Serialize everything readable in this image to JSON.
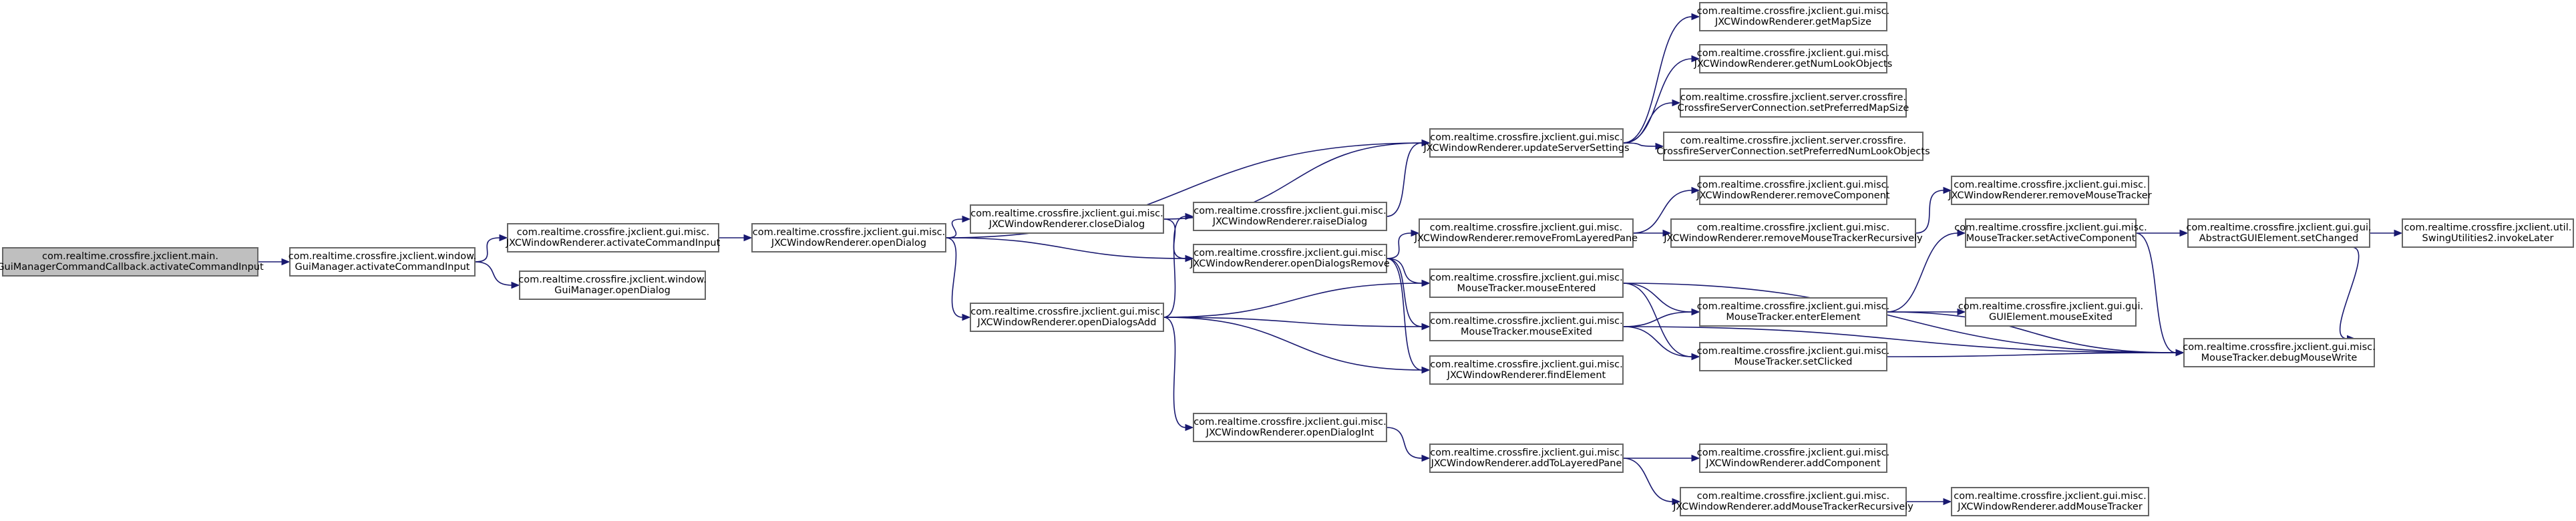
{
  "graph": {
    "colors": {
      "node_border": "#666666",
      "root_fill": "#bfbfbf",
      "edge": "#191970"
    },
    "nodes": [
      {
        "id": "n0",
        "lines": [
          "com.realtime.crossfire.jxclient.main.",
          "GuiManagerCommandCallback.activateCommandInput"
        ],
        "root": true
      },
      {
        "id": "n1",
        "lines": [
          "com.realtime.crossfire.jxclient.window.",
          "GuiManager.activateCommandInput"
        ]
      },
      {
        "id": "n2",
        "lines": [
          "com.realtime.crossfire.jxclient.gui.misc.",
          "JXCWindowRenderer.activateCommandInput"
        ]
      },
      {
        "id": "n3",
        "lines": [
          "com.realtime.crossfire.jxclient.window.",
          "GuiManager.openDialog"
        ]
      },
      {
        "id": "n4",
        "lines": [
          "com.realtime.crossfire.jxclient.gui.misc.",
          "JXCWindowRenderer.openDialog"
        ]
      },
      {
        "id": "n5",
        "lines": [
          "com.realtime.crossfire.jxclient.gui.misc.",
          "JXCWindowRenderer.closeDialog"
        ]
      },
      {
        "id": "n6",
        "lines": [
          "com.realtime.crossfire.jxclient.gui.misc.",
          "JXCWindowRenderer.openDialogsRemove"
        ]
      },
      {
        "id": "n7",
        "lines": [
          "com.realtime.crossfire.jxclient.gui.misc.",
          "JXCWindowRenderer.openDialogsAdd"
        ]
      },
      {
        "id": "n8",
        "lines": [
          "com.realtime.crossfire.jxclient.gui.misc.",
          "JXCWindowRenderer.updateServerSettings"
        ]
      },
      {
        "id": "n9",
        "lines": [
          "com.realtime.crossfire.jxclient.gui.misc.",
          "JXCWindowRenderer.raiseDialog"
        ]
      },
      {
        "id": "n10",
        "lines": [
          "com.realtime.crossfire.jxclient.gui.misc.",
          "JXCWindowRenderer.openDialogInt"
        ]
      },
      {
        "id": "n11",
        "lines": [
          "com.realtime.crossfire.jxclient.gui.misc.",
          "JXCWindowRenderer.removeFromLayeredPane"
        ]
      },
      {
        "id": "n12",
        "lines": [
          "com.realtime.crossfire.jxclient.gui.misc.",
          "MouseTracker.mouseEntered"
        ]
      },
      {
        "id": "n13",
        "lines": [
          "com.realtime.crossfire.jxclient.gui.misc.",
          "MouseTracker.mouseExited"
        ]
      },
      {
        "id": "n14",
        "lines": [
          "com.realtime.crossfire.jxclient.gui.misc.",
          "JXCWindowRenderer.findElement"
        ]
      },
      {
        "id": "n15",
        "lines": [
          "com.realtime.crossfire.jxclient.gui.misc.",
          "JXCWindowRenderer.addToLayeredPane"
        ]
      },
      {
        "id": "n16",
        "lines": [
          "com.realtime.crossfire.jxclient.gui.misc.",
          "JXCWindowRenderer.getMapSize"
        ]
      },
      {
        "id": "n17",
        "lines": [
          "com.realtime.crossfire.jxclient.gui.misc.",
          "JXCWindowRenderer.getNumLookObjects"
        ]
      },
      {
        "id": "n18",
        "lines": [
          "com.realtime.crossfire.jxclient.server.crossfire.",
          "CrossfireServerConnection.setPreferredMapSize"
        ]
      },
      {
        "id": "n19",
        "lines": [
          "com.realtime.crossfire.jxclient.server.crossfire.",
          "CrossfireServerConnection.setPreferredNumLookObjects"
        ]
      },
      {
        "id": "n20",
        "lines": [
          "com.realtime.crossfire.jxclient.gui.misc.",
          "JXCWindowRenderer.removeComponent"
        ]
      },
      {
        "id": "n21",
        "lines": [
          "com.realtime.crossfire.jxclient.gui.misc.",
          "JXCWindowRenderer.removeMouseTrackerRecursively"
        ]
      },
      {
        "id": "n22",
        "lines": [
          "com.realtime.crossfire.jxclient.gui.misc.",
          "MouseTracker.enterElement"
        ]
      },
      {
        "id": "n23",
        "lines": [
          "com.realtime.crossfire.jxclient.gui.misc.",
          "MouseTracker.setClicked"
        ]
      },
      {
        "id": "n24",
        "lines": [
          "com.realtime.crossfire.jxclient.gui.misc.",
          "JXCWindowRenderer.addComponent"
        ]
      },
      {
        "id": "n25",
        "lines": [
          "com.realtime.crossfire.jxclient.gui.misc.",
          "JXCWindowRenderer.addMouseTrackerRecursively"
        ]
      },
      {
        "id": "n26",
        "lines": [
          "com.realtime.crossfire.jxclient.gui.misc.",
          "JXCWindowRenderer.removeMouseTracker"
        ]
      },
      {
        "id": "n27",
        "lines": [
          "com.realtime.crossfire.jxclient.gui.misc.",
          "MouseTracker.setActiveComponent"
        ]
      },
      {
        "id": "n28",
        "lines": [
          "com.realtime.crossfire.jxclient.gui.gui.",
          "GUIElement.mouseExited"
        ]
      },
      {
        "id": "n29",
        "lines": [
          "com.realtime.crossfire.jxclient.gui.misc.",
          "MouseTracker.debugMouseWrite"
        ]
      },
      {
        "id": "n30",
        "lines": [
          "com.realtime.crossfire.jxclient.gui.misc.",
          "JXCWindowRenderer.addMouseTracker"
        ]
      },
      {
        "id": "n31",
        "lines": [
          "com.realtime.crossfire.jxclient.gui.gui.",
          "AbstractGUIElement.setChanged"
        ]
      },
      {
        "id": "n32",
        "lines": [
          "com.realtime.crossfire.jxclient.util.",
          "SwingUtilities2.invokeLater"
        ]
      }
    ],
    "edges": [
      [
        "n0",
        "n1"
      ],
      [
        "n1",
        "n2"
      ],
      [
        "n1",
        "n3"
      ],
      [
        "n2",
        "n4"
      ],
      [
        "n4",
        "n8"
      ],
      [
        "n4",
        "n5"
      ],
      [
        "n4",
        "n6"
      ],
      [
        "n4",
        "n7"
      ],
      [
        "n5",
        "n8"
      ],
      [
        "n5",
        "n6"
      ],
      [
        "n6",
        "n11"
      ],
      [
        "n6",
        "n12"
      ],
      [
        "n6",
        "n13"
      ],
      [
        "n6",
        "n14"
      ],
      [
        "n7",
        "n9"
      ],
      [
        "n7",
        "n12"
      ],
      [
        "n7",
        "n13"
      ],
      [
        "n7",
        "n14"
      ],
      [
        "n7",
        "n10"
      ],
      [
        "n9",
        "n8"
      ],
      [
        "n8",
        "n16"
      ],
      [
        "n8",
        "n17"
      ],
      [
        "n8",
        "n18"
      ],
      [
        "n8",
        "n19"
      ],
      [
        "n10",
        "n15"
      ],
      [
        "n11",
        "n20"
      ],
      [
        "n11",
        "n21"
      ],
      [
        "n12",
        "n22"
      ],
      [
        "n12",
        "n23"
      ],
      [
        "n12",
        "n29"
      ],
      [
        "n13",
        "n22"
      ],
      [
        "n13",
        "n23"
      ],
      [
        "n13",
        "n29"
      ],
      [
        "n15",
        "n24"
      ],
      [
        "n15",
        "n25"
      ],
      [
        "n21",
        "n26"
      ],
      [
        "n22",
        "n27"
      ],
      [
        "n22",
        "n28"
      ],
      [
        "n22",
        "n29"
      ],
      [
        "n23",
        "n29"
      ],
      [
        "n25",
        "n30"
      ],
      [
        "n27",
        "n31"
      ],
      [
        "n27",
        "n29"
      ],
      [
        "n31",
        "n32"
      ],
      [
        "n31",
        "n29"
      ]
    ]
  }
}
